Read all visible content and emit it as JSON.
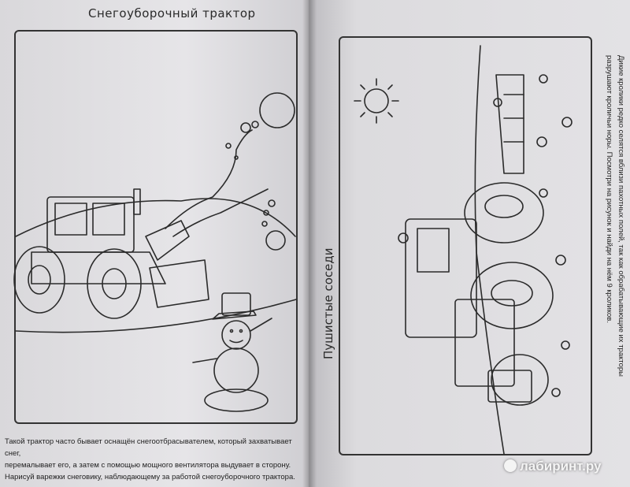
{
  "left_page": {
    "title": "Снегоуборочный трактор",
    "caption_lines": [
      "Такой трактор часто бывает оснащён снегоотбрасывателем, который захватывает снег,",
      "перемалывает его, а затем с помощью мощного вентилятора выдувает в сторону.",
      "Нарисуй варежки снеговику, наблюдающему за работой снегоуборочного трактора."
    ]
  },
  "right_page": {
    "title": "Пушистые соседи",
    "caption_lines": [
      "Дикие кролики редко селятся вблизи пахотных полей, так как обрабатывающие их тракторы",
      "разрушают кроличьи норы. Посмотри на рисунок и найди на нём 9 кроликов."
    ]
  },
  "watermark": "лабиринт.ру",
  "colors": {
    "paper": "#e3e2e5",
    "ink": "#2b2b2b",
    "background": "#3a3a3e"
  }
}
